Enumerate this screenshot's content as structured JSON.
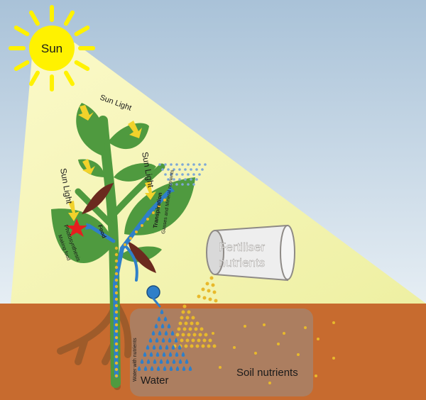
{
  "labels": {
    "sun": "Sun",
    "sun_light_top": "Sun Light",
    "sun_light_left": "Sun Light",
    "sun_light_right": "Sun Light",
    "transpiration": "Transpiration",
    "transpiration_detail": "Gasses and Mineral nutrients",
    "food": "Food",
    "photosynthesis": "Photosynthesis",
    "photosynthesis_detail": "Making food",
    "fertiliser": "Fertiliser",
    "nutrients": "nutrients",
    "water_with_nutrients": "Water with nutrients",
    "water": "Water",
    "soil_nutrients": "Soil nutrients"
  },
  "colors": {
    "sky": "#b5cde0",
    "light_beam": "#f6f4b6",
    "sun": "#fff200",
    "soil": "#c76b2f",
    "leaf": "#4f9a3f",
    "stem": "#4f9a3f",
    "water": "#2f7fc9",
    "nutrient": "#e8b92b",
    "pepper": "#6b2a1f",
    "root": "#9c5b2a",
    "reservoir": "#8e8a86"
  }
}
